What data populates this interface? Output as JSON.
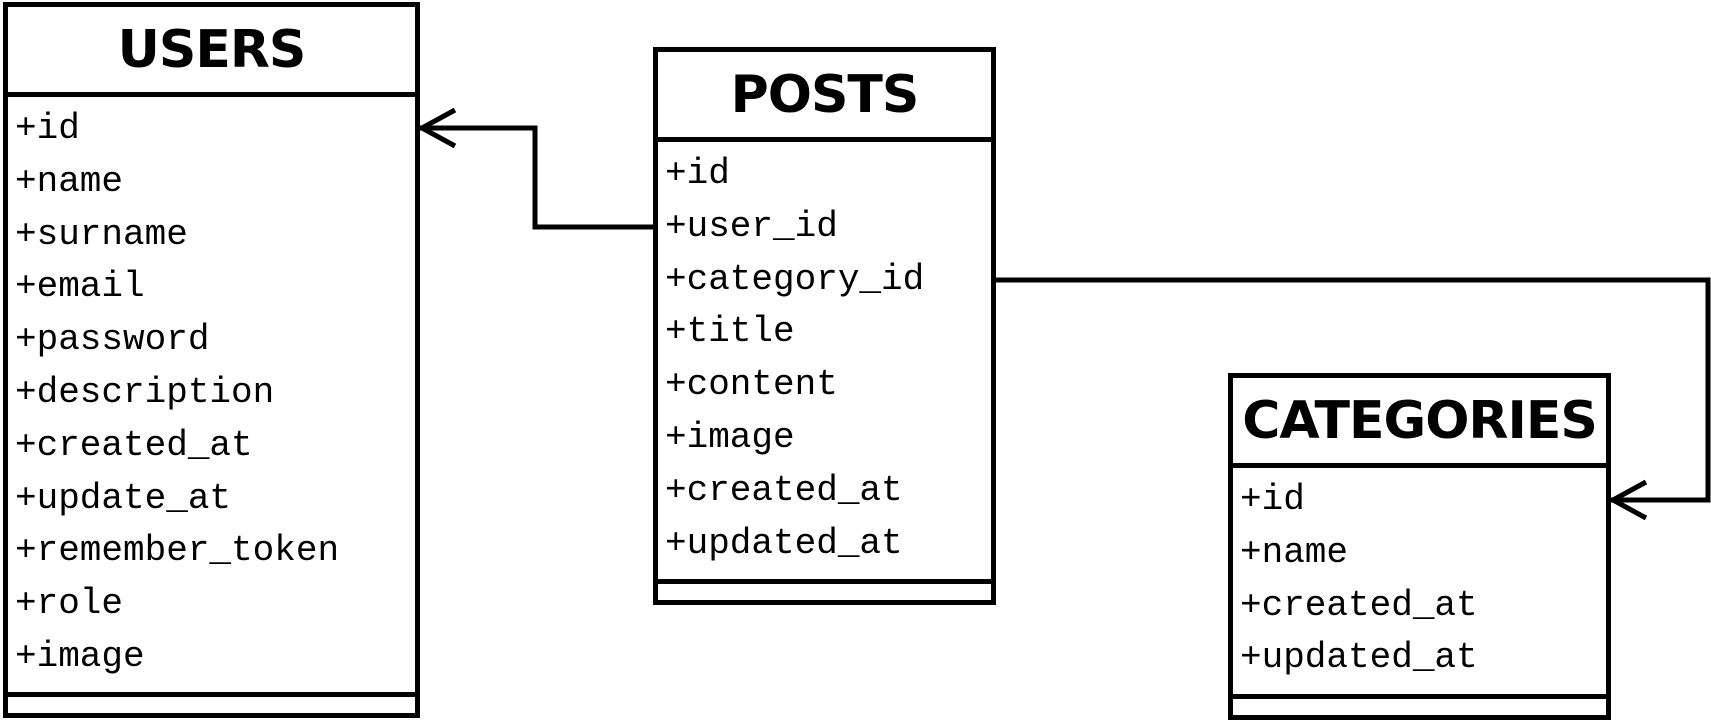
{
  "entities": {
    "users": {
      "title": "USERS",
      "fields": [
        "+id",
        "+name",
        "+surname",
        "+email",
        "+password",
        "+description",
        "+created_at",
        "+update_at",
        "+remember_token",
        "+role",
        "+image"
      ]
    },
    "posts": {
      "title": "POSTS",
      "fields": [
        "+id",
        "+user_id",
        "+category_id",
        "+title",
        "+content",
        "+image",
        "+created_at",
        "+updated_at"
      ]
    },
    "categories": {
      "title": "CATEGORIES",
      "fields": [
        "+id",
        "+name",
        "+created_at",
        "+updated_at"
      ]
    }
  },
  "relations": [
    {
      "from": "posts.user_id",
      "to": "users.id"
    },
    {
      "from": "posts.category_id",
      "to": "categories.id"
    }
  ]
}
